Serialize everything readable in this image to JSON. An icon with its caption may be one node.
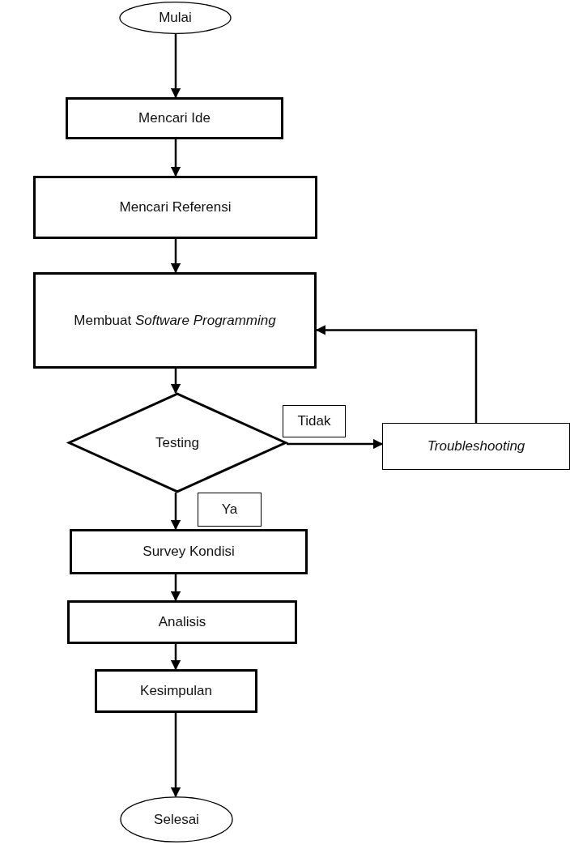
{
  "diagram": {
    "nodes": [
      {
        "text": [
          "Mulai"
        ]
      },
      {
        "text": [
          "Mencari Ide"
        ]
      },
      {
        "text": [
          "Mencari Referensi"
        ]
      },
      {
        "text": [
          "Membuat *Software Programming*"
        ]
      },
      {
        "text": [
          "Testing"
        ]
      },
      {
        "text": [
          "Tidak"
        ]
      },
      {
        "text": [
          "Troubleshooting"
        ]
      },
      {
        "text": [
          "Ya"
        ]
      },
      {
        "text": [
          "Survey Kondisi"
        ]
      },
      {
        "text": [
          "Analisis"
        ]
      },
      {
        "text": [
          "Kesimpulan"
        ]
      },
      {
        "text": [
          "Selesai"
        ]
      }
    ],
    "edges": [
      {
        "from": 0,
        "to": 1,
        "arrow": "to"
      },
      {
        "from": 1,
        "to": 2,
        "arrow": "to"
      },
      {
        "from": 2,
        "to": 3,
        "arrow": "to"
      },
      {
        "from": 3,
        "to": 4,
        "arrow": "to"
      },
      {
        "from": 4,
        "to": 6,
        "arrow": "to"
      },
      {
        "from": 6,
        "to": 3,
        "arrow": "to"
      },
      {
        "from": 4,
        "to": 8,
        "arrow": "to"
      },
      {
        "from": 8,
        "to": 9,
        "arrow": "to"
      },
      {
        "from": 9,
        "to": 10,
        "arrow": "to"
      },
      {
        "from": 10,
        "to": 11,
        "arrow": "to"
      }
    ]
  }
}
